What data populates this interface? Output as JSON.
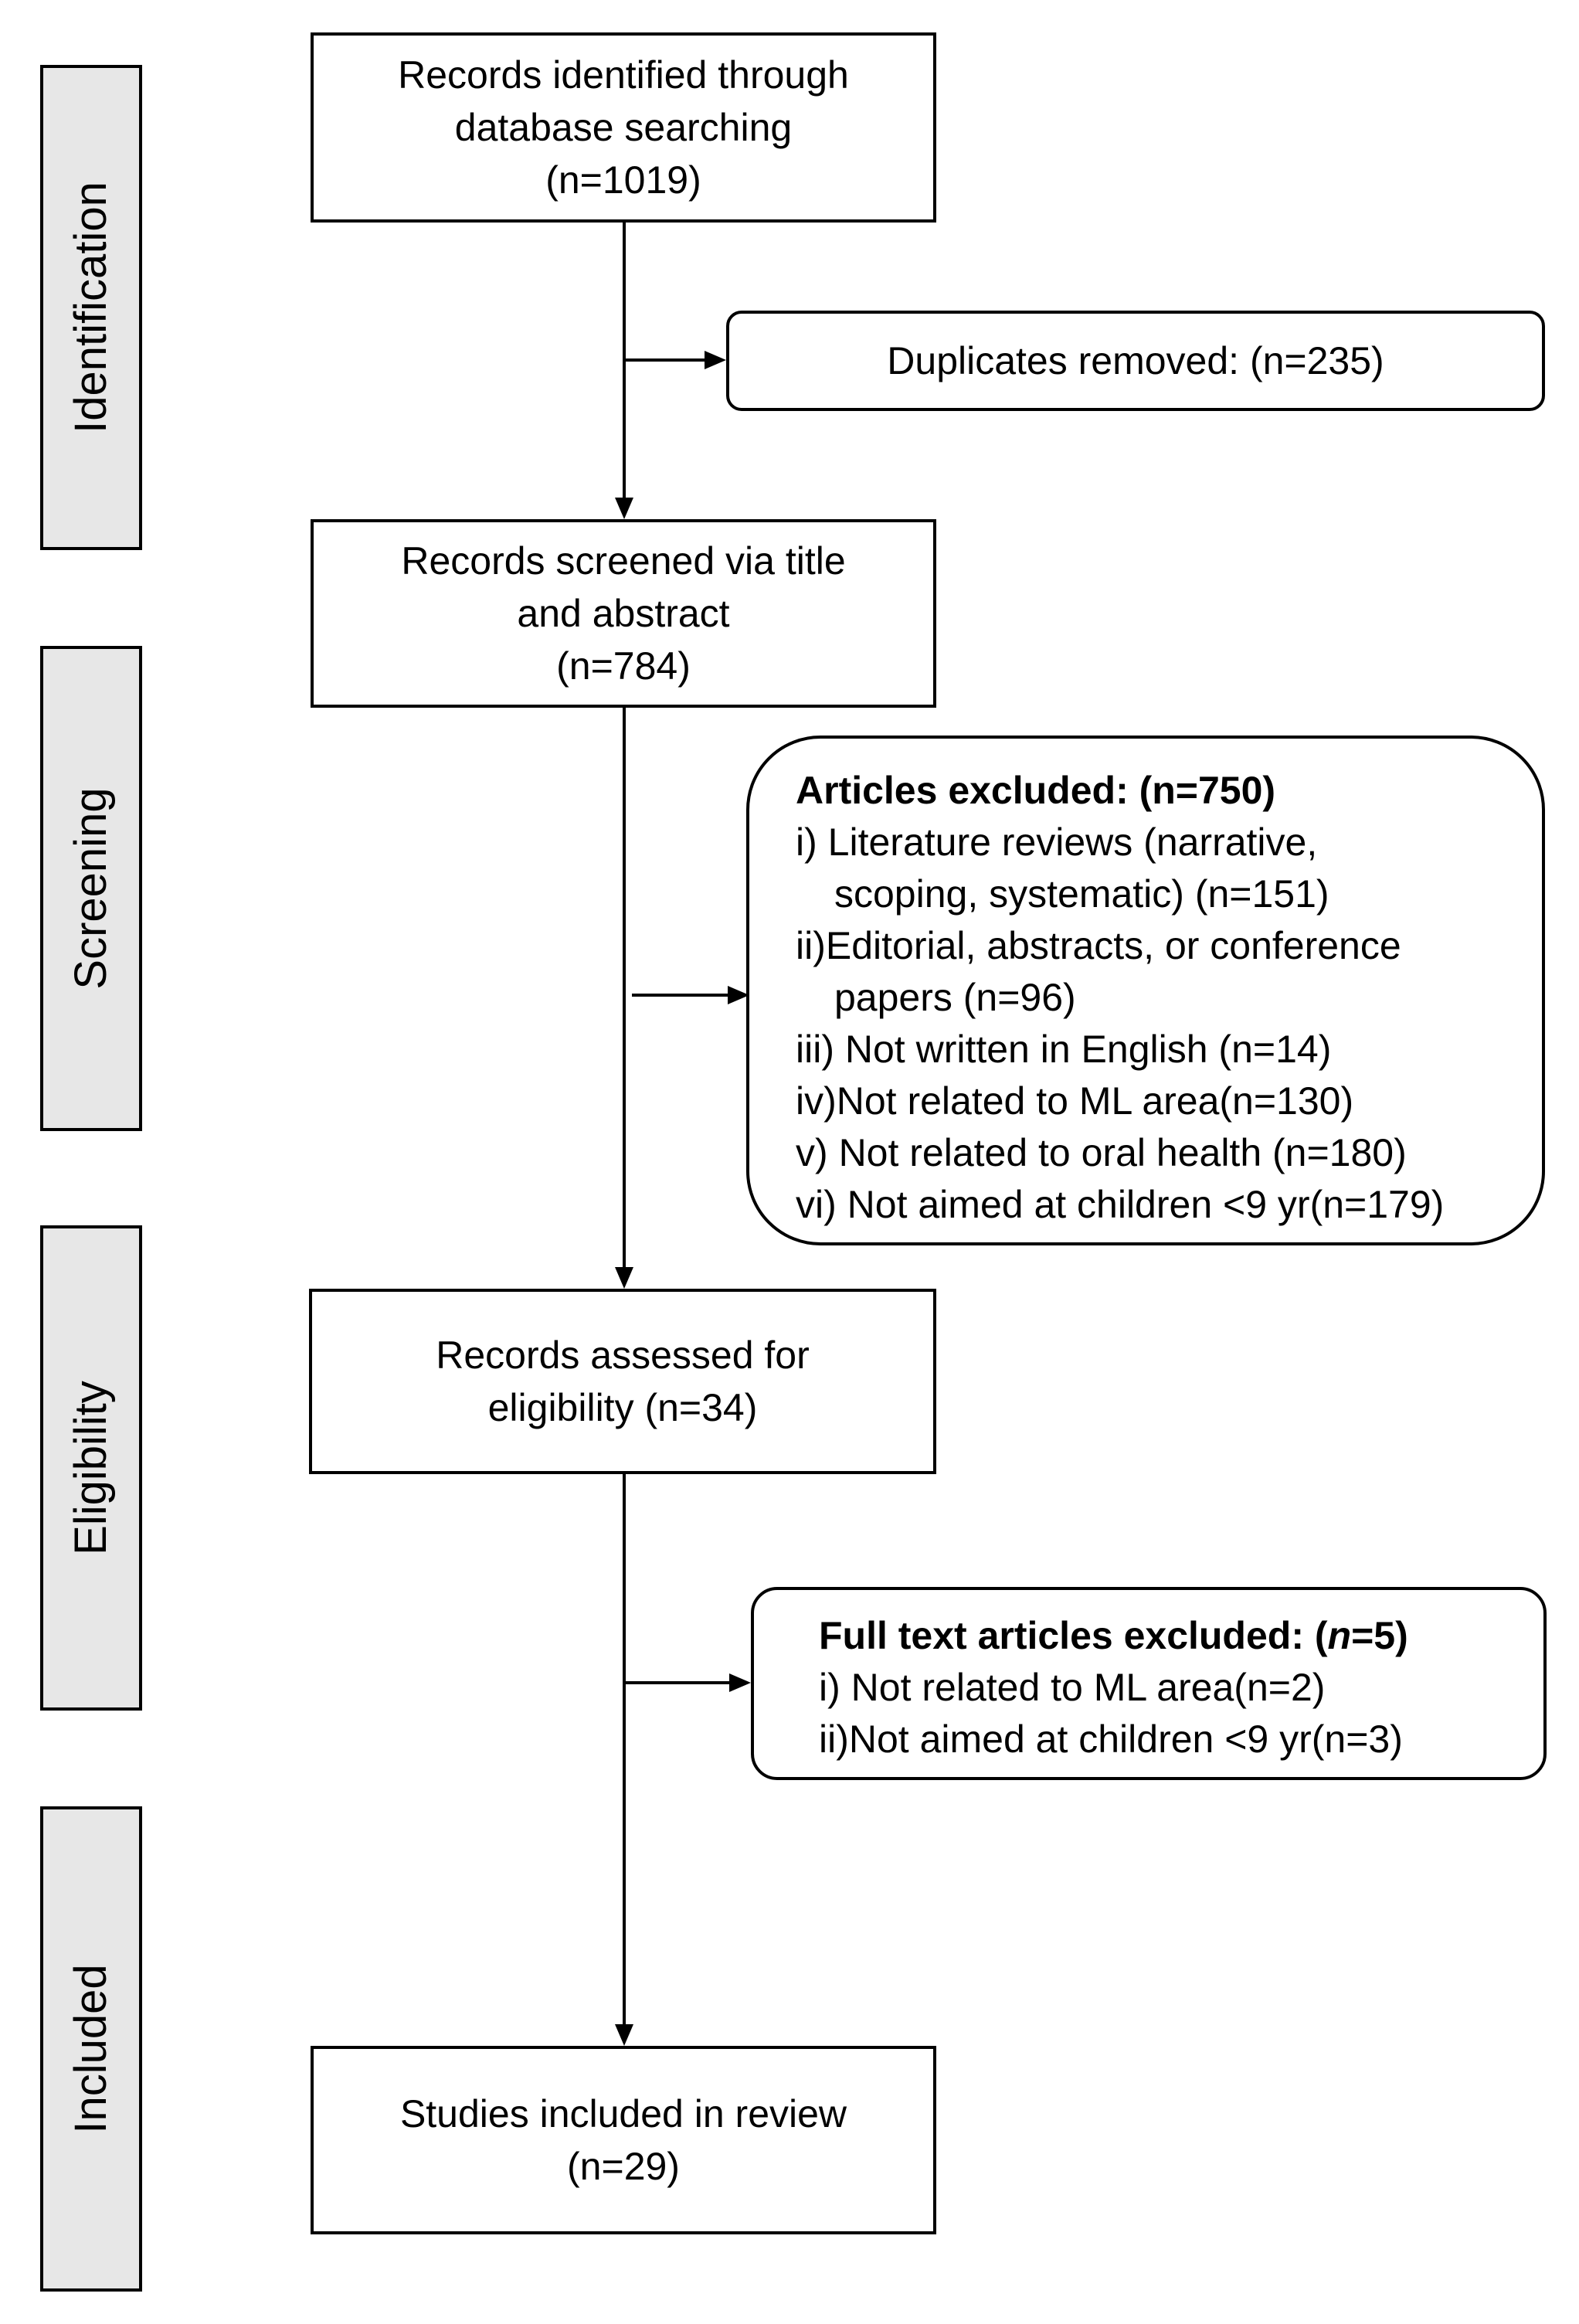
{
  "stages": {
    "identification": "Identification",
    "screening": "Screening",
    "eligibility": "Eligibility",
    "included": "Included"
  },
  "boxes": {
    "identified": {
      "lines": [
        "Records identified through",
        "database searching",
        "(n=1019)"
      ]
    },
    "duplicates": {
      "text": "Duplicates removed: (n=235)"
    },
    "screened": {
      "lines": [
        "Records screened via title",
        "and abstract",
        "(n=784)"
      ]
    },
    "excluded": {
      "title": "Articles excluded: (n=750)",
      "items": [
        {
          "num": "i)",
          "lines": [
            "Literature reviews (narrative,",
            "scoping, systematic) (n=151)"
          ]
        },
        {
          "num": "ii)",
          "lines": [
            "Editorial, abstracts, or conference",
            "papers (n=96)"
          ]
        },
        {
          "num": "iii)",
          "lines": [
            "Not written in English (n=14)"
          ]
        },
        {
          "num": "iv)",
          "lines": [
            "Not related to ML area(n=130)"
          ]
        },
        {
          "num": "v)",
          "lines": [
            "Not related to oral health (n=180)"
          ]
        },
        {
          "num": "vi)",
          "lines": [
            "Not aimed at children <9 yr(n=179)"
          ]
        }
      ]
    },
    "assessed": {
      "lines": [
        "Records assessed for",
        "eligibility (n=34)"
      ]
    },
    "fulltext_excluded": {
      "title_prefix": "Full text articles excluded: (",
      "title_n": "n",
      "title_suffix": "=5)",
      "items": [
        {
          "num": "i)",
          "text": "Not related to ML area(n=2)"
        },
        {
          "num": "ii)",
          "text": "Not aimed at children <9 yr(n=3)"
        }
      ]
    },
    "included": {
      "lines": [
        "Studies included in review",
        "(n=29)"
      ]
    }
  }
}
